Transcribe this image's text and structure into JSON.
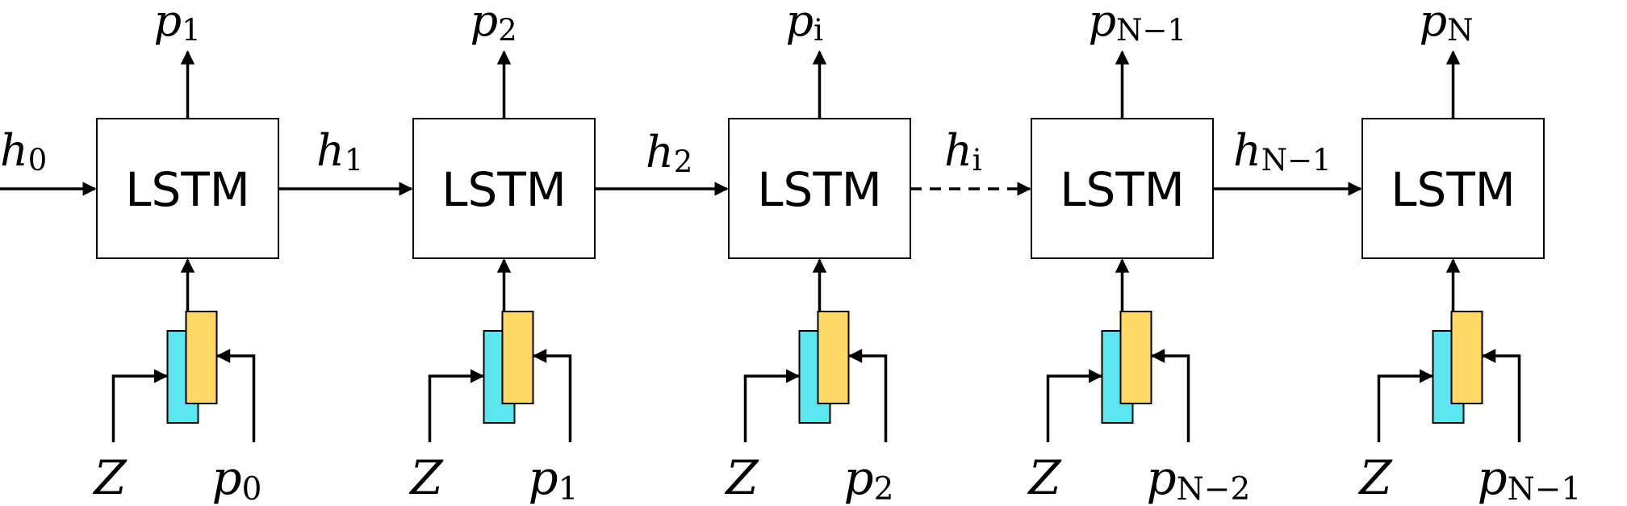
{
  "cells": [
    {
      "label": "LSTM",
      "output": {
        "base": "p",
        "sub": "1"
      },
      "input_left": {
        "base": "Z",
        "sub": ""
      },
      "input_right": {
        "base": "p",
        "sub": "0"
      }
    },
    {
      "label": "LSTM",
      "output": {
        "base": "p",
        "sub": "2"
      },
      "input_left": {
        "base": "Z",
        "sub": ""
      },
      "input_right": {
        "base": "p",
        "sub": "1"
      }
    },
    {
      "label": "LSTM",
      "output": {
        "base": "p",
        "sub": "i"
      },
      "input_left": {
        "base": "Z",
        "sub": ""
      },
      "input_right": {
        "base": "p",
        "sub": "2"
      }
    },
    {
      "label": "LSTM",
      "output": {
        "base": "p",
        "sub": "N−1"
      },
      "input_left": {
        "base": "Z",
        "sub": ""
      },
      "input_right": {
        "base": "p",
        "sub": "N−2"
      }
    },
    {
      "label": "LSTM",
      "output": {
        "base": "p",
        "sub": "N"
      },
      "input_left": {
        "base": "Z",
        "sub": ""
      },
      "input_right": {
        "base": "p",
        "sub": "N−1"
      }
    }
  ],
  "hidden_states": [
    {
      "base": "h",
      "sub": "0"
    },
    {
      "base": "h",
      "sub": "1"
    },
    {
      "base": "h",
      "sub": "2"
    },
    {
      "base": "h",
      "sub": "i"
    },
    {
      "base": "h",
      "sub": "N−1"
    }
  ],
  "colors": {
    "cyan": "#5ce6f0",
    "yellow": "#ffd966",
    "stroke": "#000000"
  }
}
